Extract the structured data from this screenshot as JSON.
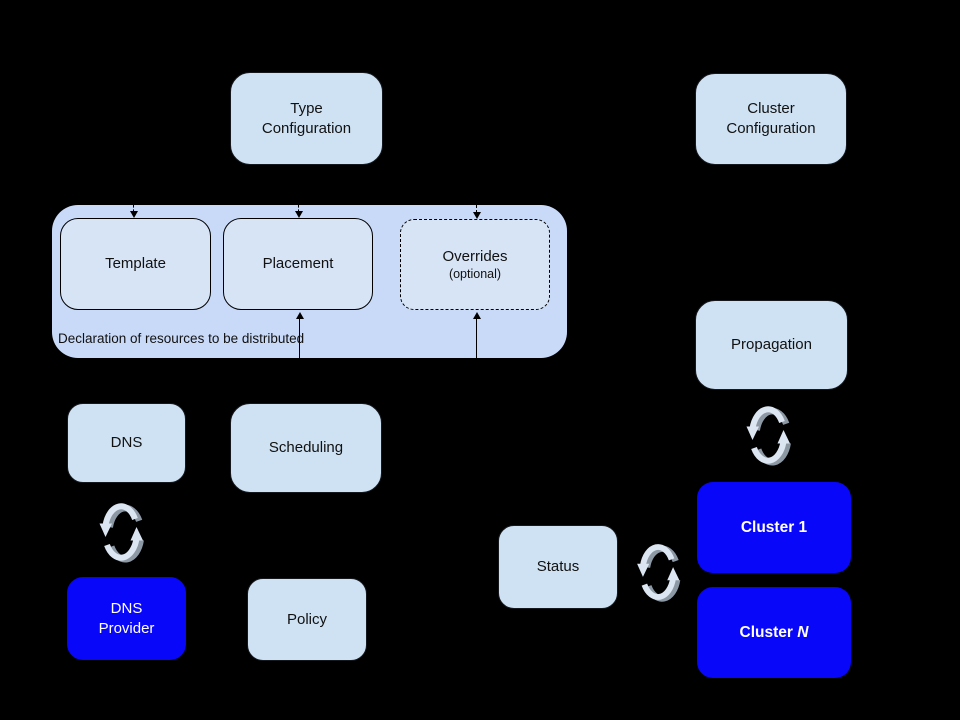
{
  "nodes": {
    "type_configuration": {
      "lines": [
        "Type",
        "Configuration"
      ]
    },
    "cluster_configuration": {
      "lines": [
        "Cluster",
        "Configuration"
      ]
    },
    "template": {
      "label": "Template"
    },
    "placement": {
      "label": "Placement"
    },
    "overrides": {
      "label": "Overrides",
      "sublabel": "(optional)"
    },
    "declaration_caption": "Declaration of resources to be distributed",
    "dns": {
      "label": "DNS"
    },
    "scheduling": {
      "label": "Scheduling"
    },
    "dns_provider": {
      "lines": [
        "DNS",
        "Provider"
      ]
    },
    "policy": {
      "label": "Policy"
    },
    "propagation": {
      "label": "Propagation"
    },
    "status": {
      "label": "Status"
    },
    "cluster_1": {
      "label": "Cluster 1"
    },
    "cluster_n": {
      "prefix": "Cluster ",
      "italic": "N"
    }
  },
  "colors": {
    "background": "#000000",
    "container_fill": "#c9daf8",
    "light_box_fill": "#cfe2f3",
    "inner_box_fill": "#d7e4f6",
    "accent_blue": "#0907fa",
    "text": "#111111",
    "inverse_text": "#ffffff",
    "sync_icon_light": "#dce6f2",
    "sync_icon_shadow": "#8d98a5",
    "arrow": "#000000"
  },
  "icons": {
    "sync": "sync-cycle-icon"
  }
}
